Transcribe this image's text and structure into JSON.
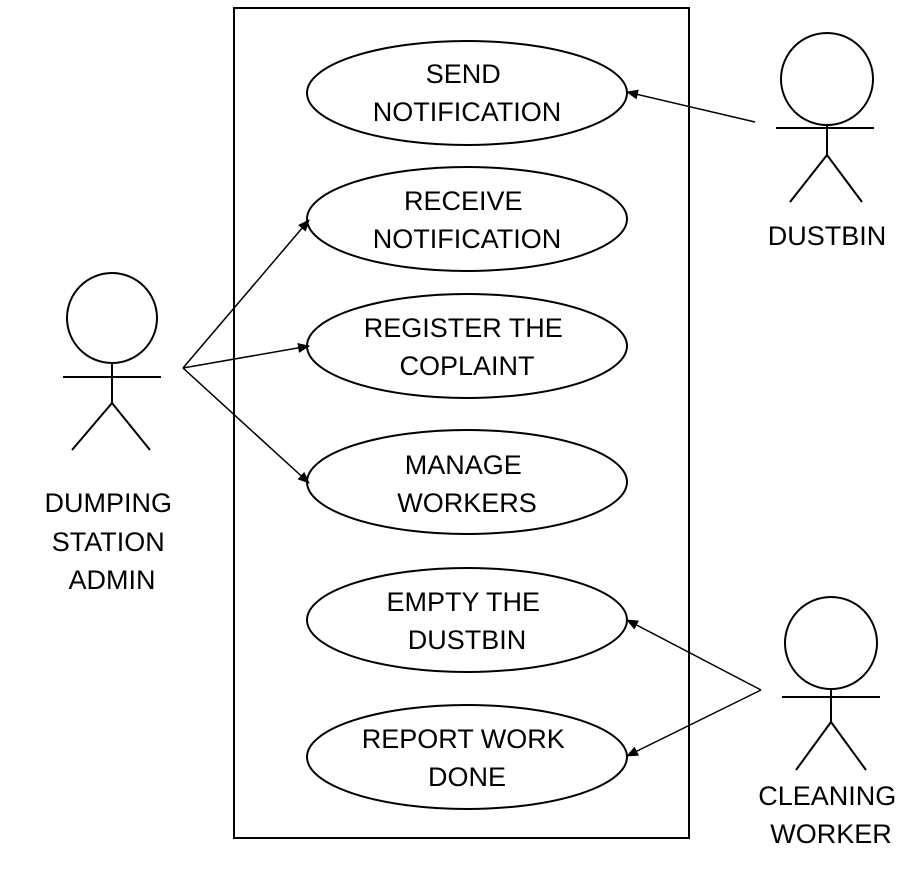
{
  "use_cases": {
    "send_notification": [
      "SEND",
      "NOTIFICATION"
    ],
    "receive_notification": [
      "RECEIVE",
      "NOTIFICATION"
    ],
    "register_complaint": [
      "REGISTER THE",
      "COPLAINT"
    ],
    "manage_workers": [
      "MANAGE",
      "WORKERS"
    ],
    "empty_dustbin": [
      "EMPTY THE",
      "DUSTBIN"
    ],
    "report_work_done": [
      "REPORT WORK",
      "DONE"
    ]
  },
  "actors": {
    "dustbin": [
      "DUSTBIN"
    ],
    "admin": [
      "DUMPING",
      "STATION",
      "ADMIN"
    ],
    "cleaning_worker": [
      "CLEANING",
      "WORKER"
    ]
  }
}
